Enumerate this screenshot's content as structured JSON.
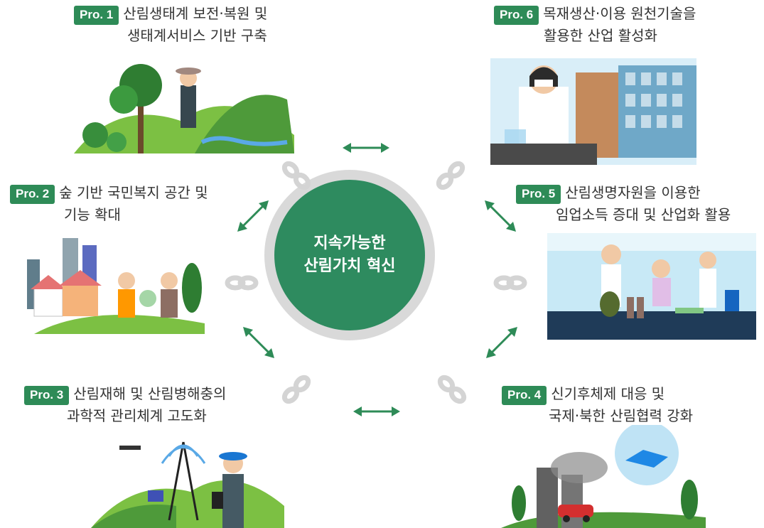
{
  "center": {
    "line1": "지속가능한",
    "line2": "산림가치 혁신"
  },
  "programs": [
    {
      "badge": "Pro. 1",
      "line1": "산림생태계 보전·복원 및",
      "line2": "생태계서비스 기반 구축"
    },
    {
      "badge": "Pro. 2",
      "line1": "숲 기반 국민복지 공간 및",
      "line2": "기능 확대"
    },
    {
      "badge": "Pro. 3",
      "line1": "산림재해 및 산림병해충의",
      "line2": "과학적 관리체계 고도화"
    },
    {
      "badge": "Pro. 4",
      "line1": "신기후체제 대응 및",
      "line2": "국제·북한 산림협력 강화"
    },
    {
      "badge": "Pro. 5",
      "line1": "산림생명자원을 이용한",
      "line2": "임업소득 증대 및 산업화 활용"
    },
    {
      "badge": "Pro. 6",
      "line1": "목재생산·이용 원천기술을",
      "line2": "활용한 산업 활성화"
    }
  ],
  "colors": {
    "accent": "#2e8b5f",
    "arrow": "#2e8b57",
    "ring": "#d9d9d9",
    "link_icon": "#d4d4d4"
  },
  "icons": [
    "double-arrow-icon",
    "link-chain-icon"
  ]
}
